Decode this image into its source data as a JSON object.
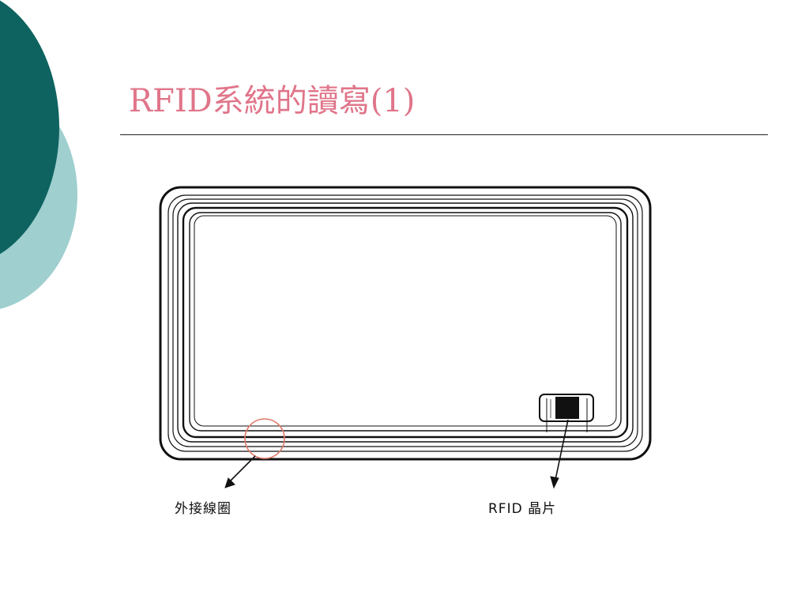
{
  "slide": {
    "title": "RFID系統的讀寫(1)"
  },
  "diagram": {
    "labels": {
      "coil": "外接線圈",
      "chip": "RFID 晶片"
    },
    "colors": {
      "highlight_circle": "#e07a6a",
      "line": "#111111"
    }
  },
  "theme": {
    "title_color": "#e0758a",
    "deco_dark": "#0e6360",
    "deco_light": "#9fcfcf"
  }
}
